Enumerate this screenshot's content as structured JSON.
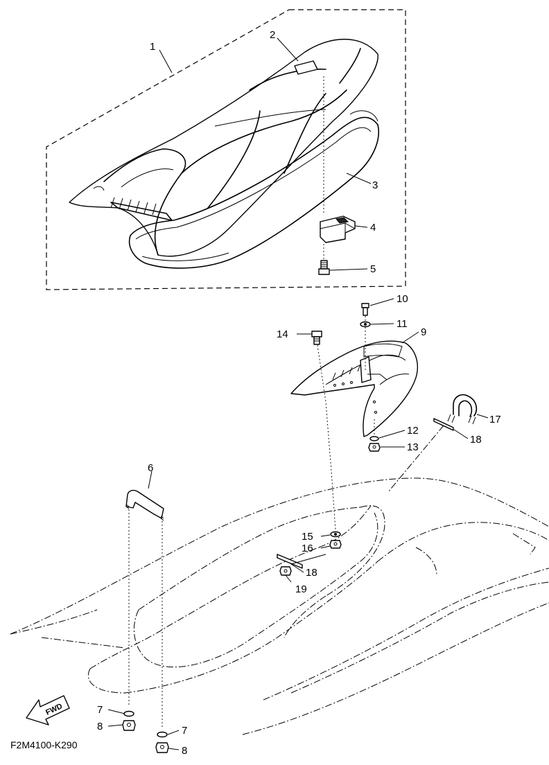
{
  "callouts": {
    "c1": "1",
    "c2": "2",
    "c3": "3",
    "c4": "4",
    "c5": "5",
    "c6": "6",
    "c7a": "7",
    "c7b": "7",
    "c8a": "8",
    "c8b": "8",
    "c9": "9",
    "c10": "10",
    "c11": "11",
    "c12": "12",
    "c13": "13",
    "c14": "14",
    "c15": "15",
    "c16": "16",
    "c17": "17",
    "c18a": "18",
    "c18b": "18",
    "c19": "19"
  },
  "fwd_label": "FWD",
  "diagram_code": "F2M4100-K290"
}
